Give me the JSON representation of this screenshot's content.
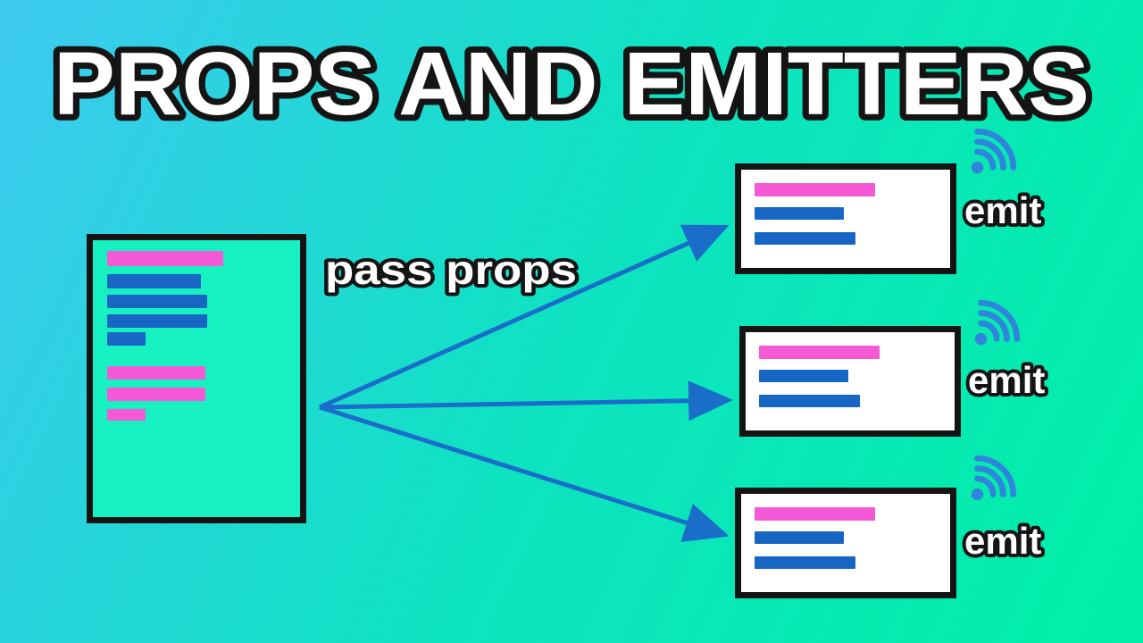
{
  "title": "PROPS AND EMITTERS",
  "arrow_label": "pass props",
  "parent_component": {
    "bars": [
      {
        "color": "pink",
        "w": 130,
        "h": 17,
        "mt": 0
      },
      {
        "color": "blue",
        "w": 105,
        "h": 16,
        "mt": 9
      },
      {
        "color": "blue",
        "w": 112,
        "h": 15,
        "mt": 7
      },
      {
        "color": "blue",
        "w": 112,
        "h": 15,
        "mt": 7
      },
      {
        "color": "blue",
        "w": 43,
        "h": 15,
        "mt": 5
      },
      {
        "color": "pink",
        "w": 110,
        "h": 15,
        "mt": 23
      },
      {
        "color": "pink",
        "w": 110,
        "h": 15,
        "mt": 9
      },
      {
        "color": "pink",
        "w": 43,
        "h": 13,
        "mt": 9
      }
    ]
  },
  "children": [
    {
      "emit_label": "emit",
      "bars": [
        {
          "color": "pink",
          "w": 135,
          "h": 15,
          "mt": 0
        },
        {
          "color": "blue",
          "w": 100,
          "h": 14,
          "mt": 12
        },
        {
          "color": "blue",
          "w": 113,
          "h": 14,
          "mt": 14
        }
      ]
    },
    {
      "emit_label": "emit",
      "bars": [
        {
          "color": "pink",
          "w": 135,
          "h": 15,
          "mt": 0
        },
        {
          "color": "blue",
          "w": 100,
          "h": 14,
          "mt": 12
        },
        {
          "color": "blue",
          "w": 113,
          "h": 14,
          "mt": 14
        }
      ]
    },
    {
      "emit_label": "emit",
      "bars": [
        {
          "color": "pink",
          "w": 135,
          "h": 15,
          "mt": 0
        },
        {
          "color": "blue",
          "w": 100,
          "h": 14,
          "mt": 12
        },
        {
          "color": "blue",
          "w": 113,
          "h": 14,
          "mt": 14
        }
      ]
    }
  ],
  "icons": {
    "wifi": "wifi-signal-icon"
  },
  "colors": {
    "bg1": "#3ec9f2",
    "bg_mid": "#0fe2c2",
    "bg2": "#00efa6",
    "parent_fill": "#17f1c1",
    "pink": "#f659d6",
    "blue": "#1766c4",
    "arrow": "#1a6dc9",
    "wifi": "#2f85dc",
    "border": "#141414",
    "outline": "#141414",
    "text_fill": "#ffffff"
  }
}
